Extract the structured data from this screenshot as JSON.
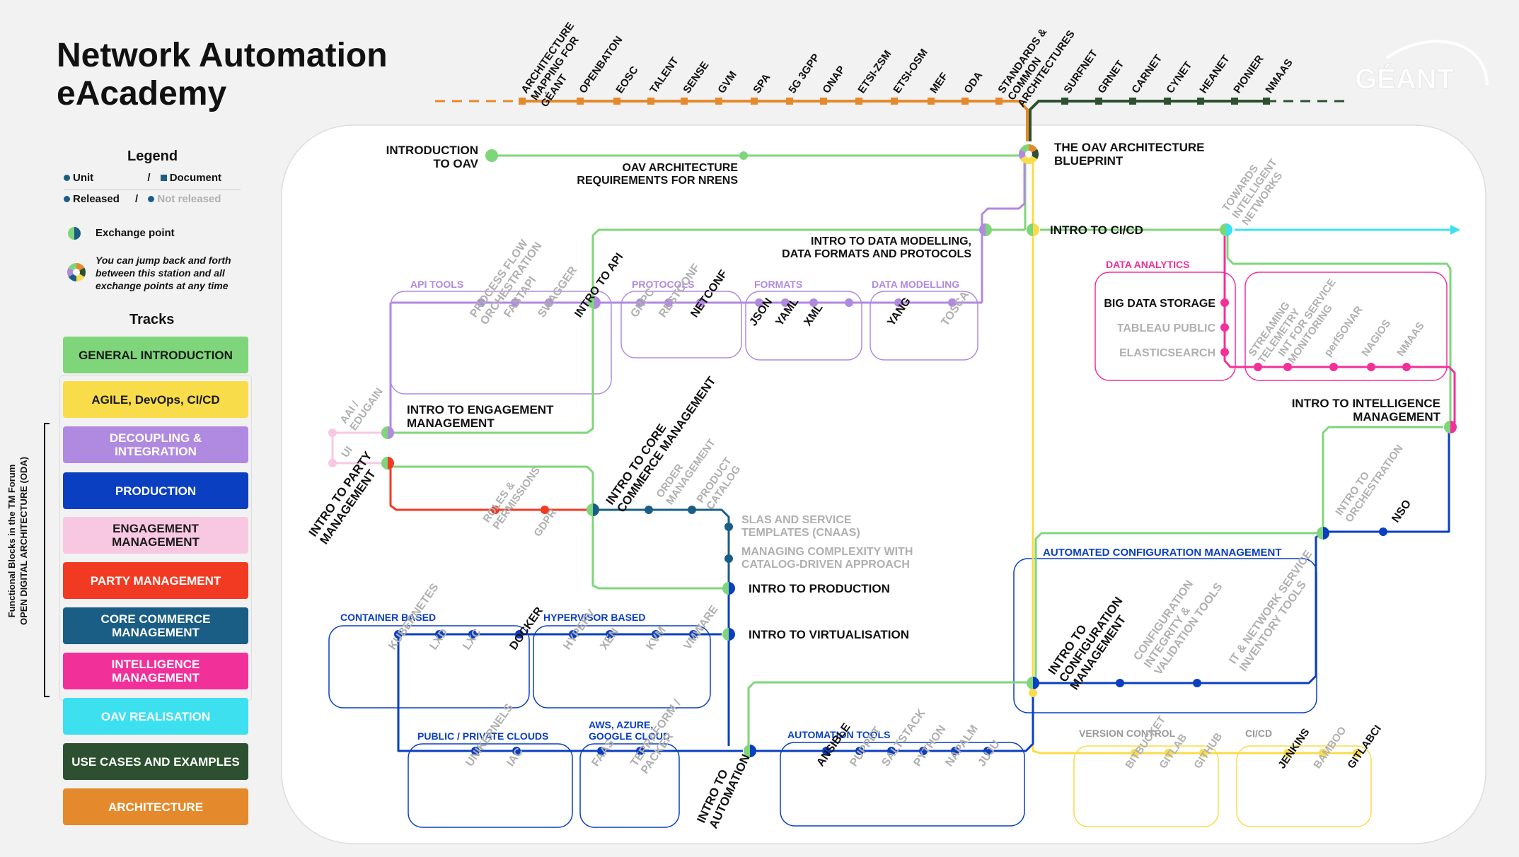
{
  "title": {
    "line1": "Network Automation",
    "line2": "eAcademy"
  },
  "logo": "GÉANT",
  "legend": {
    "heading": "Legend",
    "unit": "Unit",
    "slash": "/",
    "document": "Document",
    "released": "Released",
    "not_released": "Not released",
    "exchange": "Exchange point",
    "jump": [
      "You can jump back and forth",
      "between this station and all",
      "exchange points at any time"
    ],
    "tracks_heading": "Tracks",
    "oda_label": [
      "Functional Blocks in the TM Forum",
      "OPEN DIGITAL ARCHITECTURE (ODA)"
    ]
  },
  "tracks": [
    {
      "label": [
        "GENERAL INTRODUCTION"
      ],
      "bg": "#7fd67a",
      "fg": "#1a1a1a"
    },
    {
      "label": [
        "AGILE, DevOps, CI/CD"
      ],
      "bg": "#f9dc4a",
      "fg": "#1a1a1a"
    },
    {
      "label": [
        "DECOUPLING &",
        "INTEGRATION"
      ],
      "bg": "#b08ae0",
      "fg": "#ffffff"
    },
    {
      "label": [
        "PRODUCTION"
      ],
      "bg": "#0a3fc2",
      "fg": "#ffffff"
    },
    {
      "label": [
        "ENGAGEMENT",
        "MANAGEMENT"
      ],
      "bg": "#f8c8e2",
      "fg": "#1a1a1a"
    },
    {
      "label": [
        "PARTY MANAGEMENT"
      ],
      "bg": "#f23a23",
      "fg": "#ffffff"
    },
    {
      "label": [
        "CORE COMMERCE",
        "MANAGEMENT"
      ],
      "bg": "#1a5e86",
      "fg": "#ffffff"
    },
    {
      "label": [
        "INTELLIGENCE",
        "MANAGEMENT"
      ],
      "bg": "#f2309a",
      "fg": "#ffffff"
    },
    {
      "label": [
        "OAV REALISATION"
      ],
      "bg": "#3de0ef",
      "fg": "#ffffff"
    },
    {
      "label": [
        "USE CASES AND EXAMPLES"
      ],
      "bg": "#2d5130",
      "fg": "#ffffff"
    },
    {
      "label": [
        "ARCHITECTURE"
      ],
      "bg": "#e58a2c",
      "fg": "#ffffff"
    }
  ],
  "architecture_line": [
    [
      "ARCHITECTURE",
      "MAPPING FOR",
      "GÉANT"
    ],
    [
      "OPENBATON"
    ],
    [
      "EOSC"
    ],
    [
      "TALENT"
    ],
    [
      "SENSE"
    ],
    [
      "GVM"
    ],
    [
      "SPA"
    ],
    [
      "5G 3GPP"
    ],
    [
      "ONAP"
    ],
    [
      "ETSI-ZSM"
    ],
    [
      "ETSI-OSM"
    ],
    [
      "MEF"
    ],
    [
      "ODA"
    ],
    [
      "STANDARDS &",
      "COMMON",
      "ARCHITECTURES"
    ]
  ],
  "use_case_line": [
    "SURFNET",
    "GRNET",
    "CARNET",
    "CYNET",
    "HEANET",
    "PIONIER",
    "NMAAS"
  ],
  "stations": {
    "intro_oav": [
      "INTRODUCTION",
      "TO OAV"
    ],
    "oav_req": [
      "OAV ARCHITECTURE",
      "REQUIREMENTS FOR NRENS"
    ],
    "blueprint": [
      "THE OAV ARCHITECTURE",
      "BLUEPRINT"
    ],
    "data_modelling": [
      "INTRO TO DATA MODELLING,",
      "DATA FORMATS AND PROTOCOLS"
    ],
    "cicd": "INTRO TO CI/CD",
    "towards": [
      "TOWARDS",
      "INTELLIGENT",
      "NETWORKS"
    ],
    "engagement": [
      "INTRO TO ENGAGEMENT",
      "MANAGEMENT"
    ],
    "party": [
      "INTRO TO PARTY",
      "MANAGEMENT"
    ],
    "core": [
      "INTRO TO CORE",
      "COMMERCE MANAGEMENT"
    ],
    "order": [
      "ORDER",
      "MANAGEMENT"
    ],
    "catalog": [
      "PRODUCT",
      "CATALOG"
    ],
    "roles": [
      "ROLES &",
      "PERMISSIONS"
    ],
    "gdpr": "GDPR",
    "slas": [
      "SLAS AND SERVICE",
      "TEMPLATES (CNAAS)"
    ],
    "complexity": [
      "MANAGING COMPLEXITY WITH",
      "CATALOG-DRIVEN APPROACH"
    ],
    "intro_prod": "INTRO TO PRODUCTION",
    "intro_virt": "INTRO TO VIRTUALISATION",
    "intro_auto": [
      "INTRO TO",
      "AUTOMATION"
    ],
    "intro_intel": [
      "INTRO TO INTELLIGENCE",
      "MANAGEMENT"
    ],
    "intro_orch": [
      "INTRO TO",
      "ORCHESTRATION"
    ],
    "nso": "NSO",
    "intro_config": [
      "INTRO TO",
      "CONFIGURATION",
      "MANAGEMENT"
    ],
    "config_integrity": [
      "CONFIGURATION",
      "INTEGRITY &",
      "VALIDATION TOOLS"
    ],
    "inventory": [
      "IT & NETWORK SERVICE",
      "INVENTORY TOOLS"
    ],
    "aai": [
      "AAI /",
      "EDUGAIN"
    ],
    "ui": "UI"
  },
  "groups": {
    "api_tools": {
      "title": "API TOOLS",
      "items": [
        [
          "PROCESS FLOW",
          "ORCHESTRATION"
        ],
        [
          "FASTAPI"
        ],
        [
          "SWAGGER"
        ],
        [
          "INTRO TO API"
        ]
      ]
    },
    "protocols": {
      "title": "PROTOCOLS",
      "items": [
        "GRPC",
        "RESTCONF",
        "NETCONF"
      ]
    },
    "formats": {
      "title": "FORMATS",
      "items": [
        "JSON",
        "YAML",
        "XML"
      ]
    },
    "data_modelling": {
      "title": "DATA MODELLING",
      "items": [
        "YANG",
        "TOSCA"
      ]
    },
    "data_analytics": {
      "title": "DATA ANALYTICS",
      "items": [
        "BIG DATA STORAGE",
        "TABLEAU PUBLIC",
        "ELASTICSEARCH"
      ]
    },
    "monitoring": {
      "items": [
        [
          "STREAMING",
          "TELEMETRY"
        ],
        [
          "INT FOR SERVICE",
          "MONITORING"
        ],
        [
          "perfSONAR"
        ],
        [
          "NAGIOS"
        ],
        [
          "NMAAS"
        ]
      ]
    },
    "container": {
      "title": "CONTAINER BASED",
      "items": [
        "KUBERNETES",
        "LXD",
        "LXC",
        "DOCKER"
      ]
    },
    "hypervisor": {
      "title": "HYPERVISOR BASED",
      "items": [
        "HYPERV",
        "XEN",
        "KVM",
        "VMWARE"
      ]
    },
    "clouds": {
      "title": "PUBLIC / PRIVATE CLOUDS",
      "items": [
        "UNIKERNELS",
        "IAC"
      ]
    },
    "aws": {
      "title": [
        "AWS, AZURE,",
        "GOOGLE CLOUD"
      ],
      "items": [
        [
          "FAAS"
        ],
        [
          "TERRAFORM /",
          "PACKER"
        ]
      ]
    },
    "automation_tools": {
      "title": "AUTOMATION TOOLS",
      "items": [
        "ANSIBLE",
        "PUPPET",
        "SALTSTACK",
        "PYTHON",
        "NAPALM",
        "JUJU"
      ]
    },
    "acm": {
      "title": "AUTOMATED CONFIGURATION MANAGEMENT"
    },
    "version_control": {
      "title": "VERSION CONTROL",
      "items": [
        "BITBUCKET",
        "GITLAB",
        "GITHUB"
      ]
    },
    "cicd": {
      "title": "CI/CD",
      "items": [
        "JENKINS",
        "BAMBOO",
        "GITLABCI"
      ]
    }
  },
  "colors": {
    "green": "#7fd67a",
    "yellow": "#f9dc4a",
    "purple": "#b08ae0",
    "blue": "#0a3fc2",
    "pink": "#f8c8e2",
    "red": "#f23a23",
    "teal": "#1a5e86",
    "magenta": "#f2309a",
    "cyan": "#3de0ef",
    "darkgreen": "#2d5130",
    "orange": "#e58a2c",
    "released": "#111111",
    "not_released": "#b0b0b0"
  }
}
